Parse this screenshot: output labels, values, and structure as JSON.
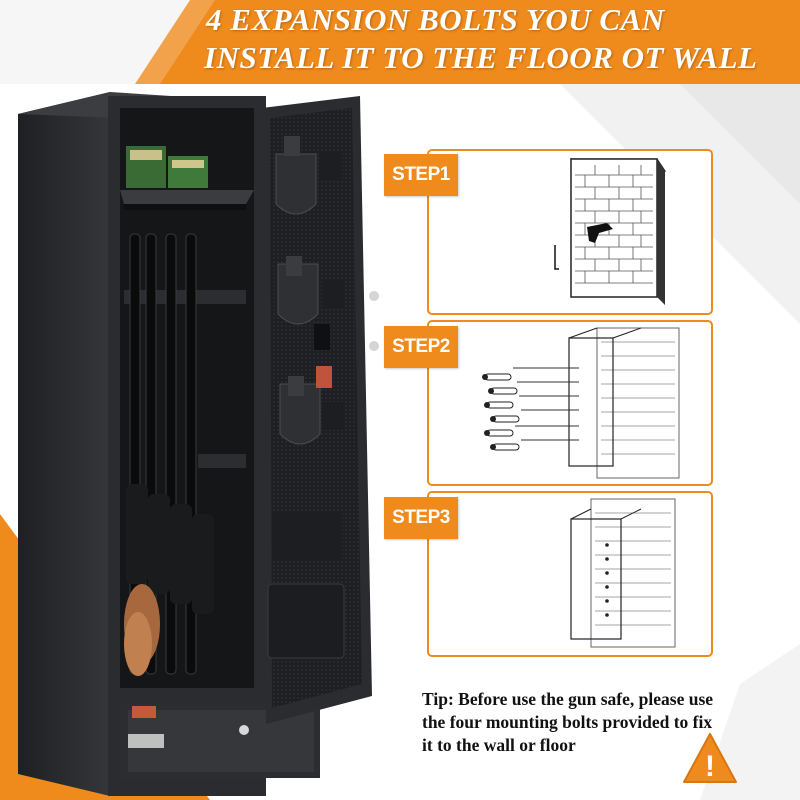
{
  "banner": {
    "line1": "4 EXPANSION BOLTS YOU CAN",
    "line2": "INSTALL IT TO THE FLOOR OT WALL"
  },
  "steps": [
    {
      "label": "STEP1"
    },
    {
      "label": "STEP2"
    },
    {
      "label": "STEP3"
    }
  ],
  "tip": {
    "text": "Tip: Before use the gun safe, please use the four mounting bolts provided to fix it to the wall or floor"
  },
  "warning_icon": {
    "glyph": "!"
  },
  "colors": {
    "accent": "#ef8a1c",
    "safe_body": "#2a2c30",
    "interior": "#151618"
  }
}
